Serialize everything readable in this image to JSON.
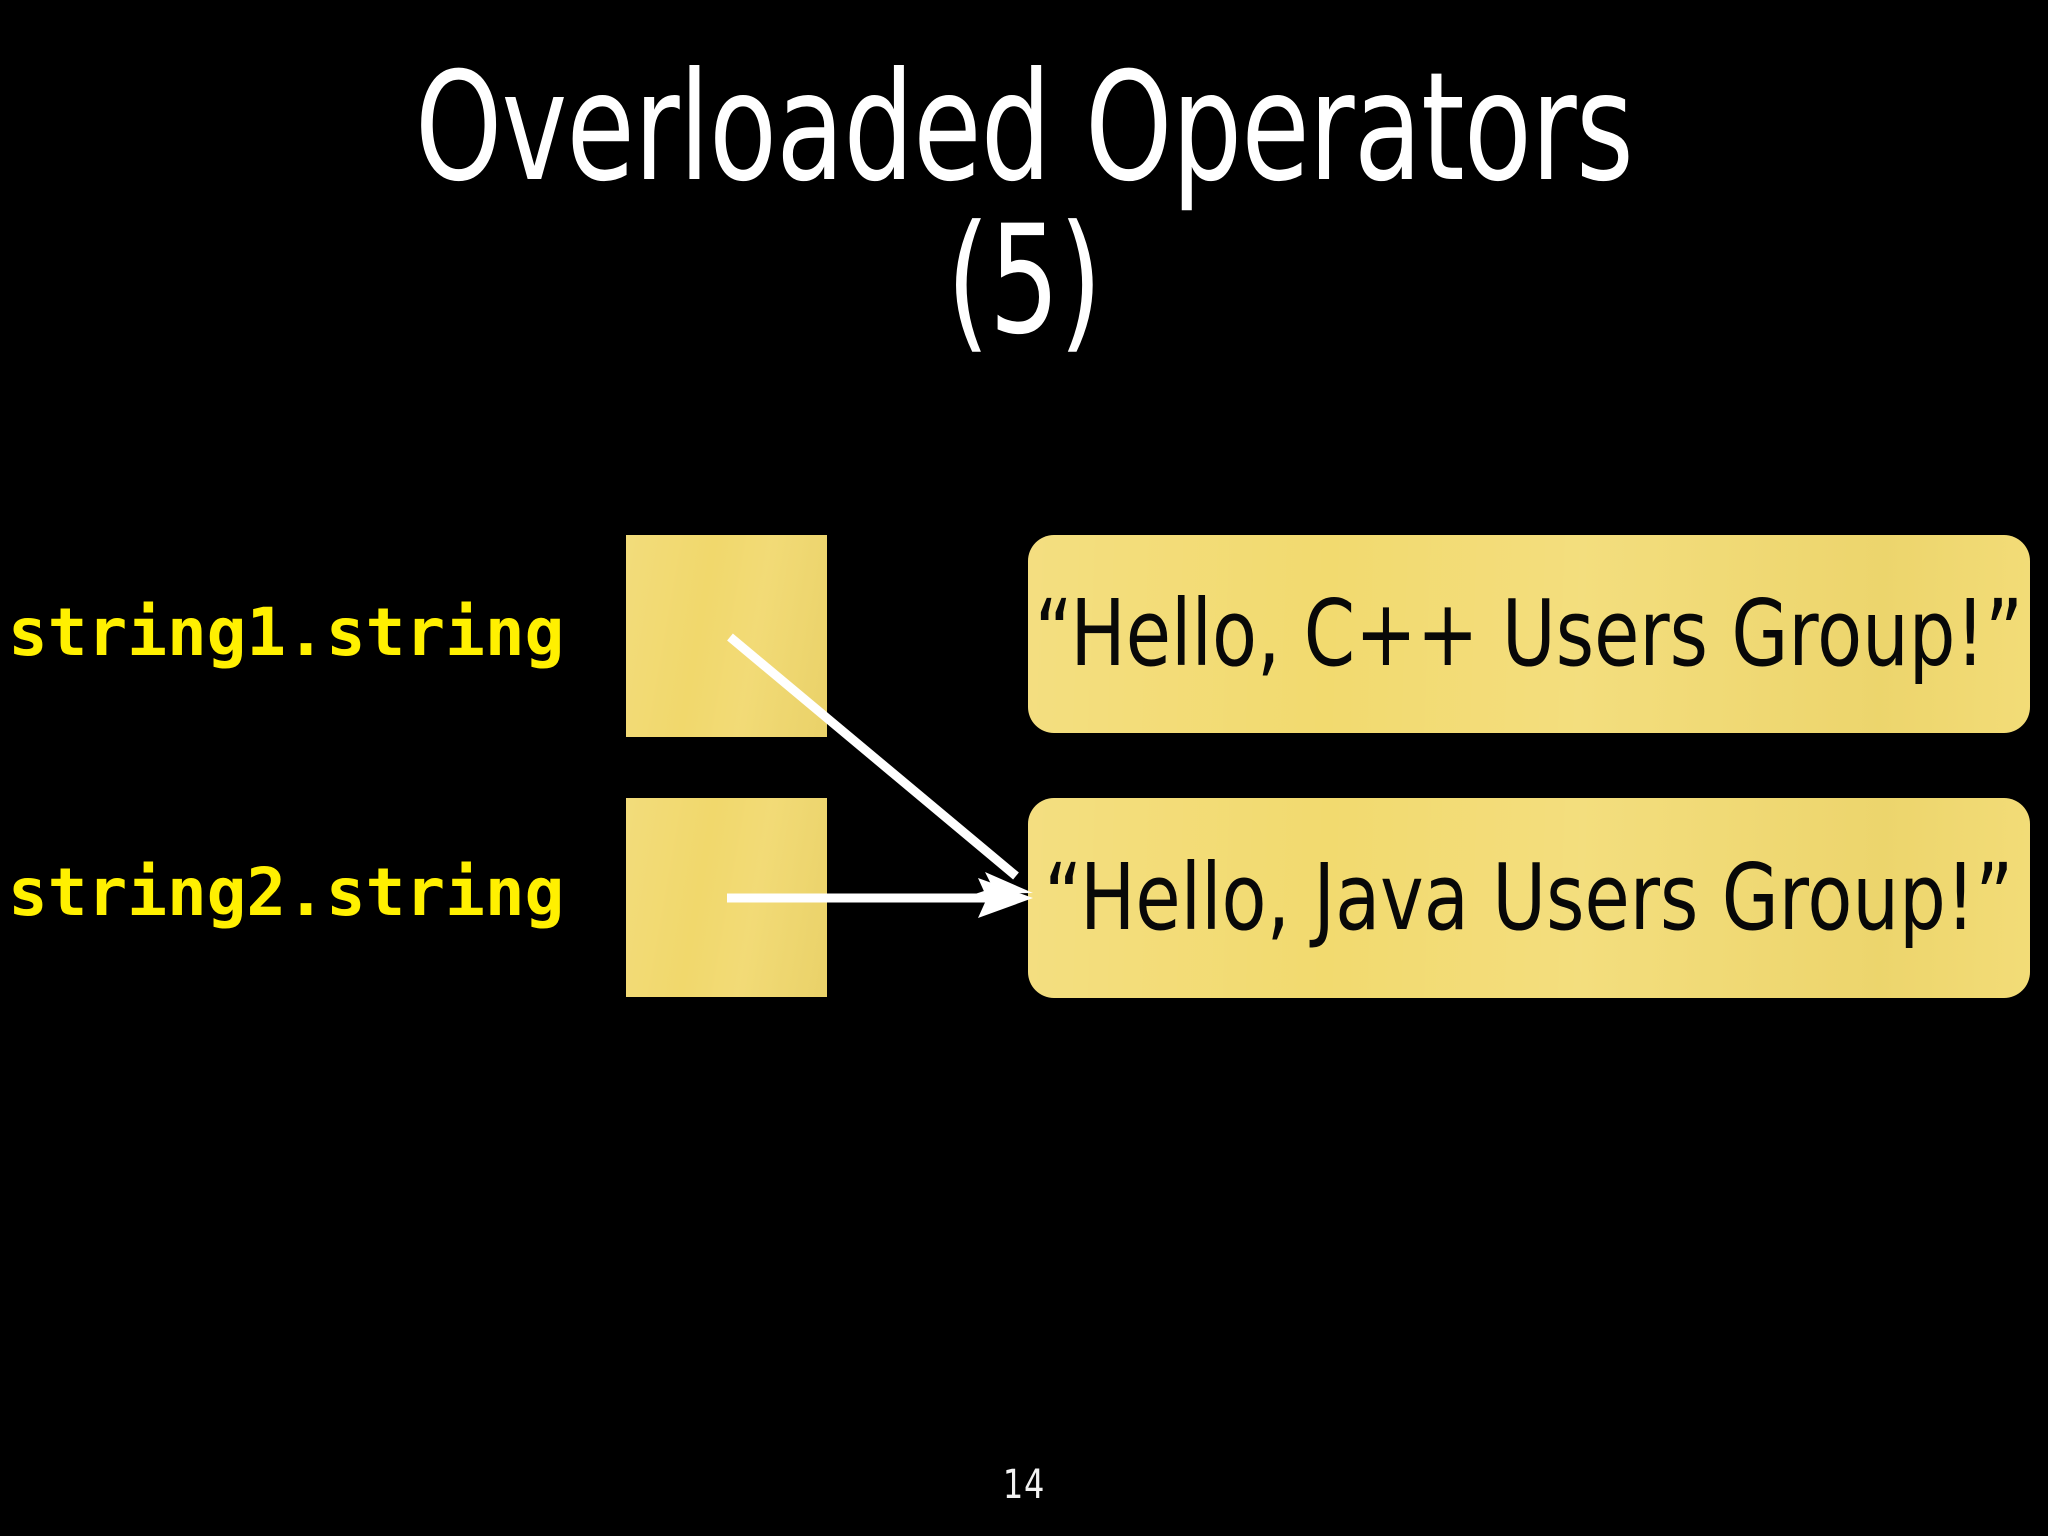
{
  "slide": {
    "background_color": "#000000",
    "title": {
      "line1": "Overloaded Operators",
      "line2": "(5)",
      "color": "#FFFFFF"
    },
    "page_number": "14",
    "accent_colors": {
      "box_yellow": "#F2DA6F",
      "code_yellow": "#FFF000",
      "arrow_white": "#FFFFFF",
      "box_text_black": "#080808"
    },
    "rows": [
      {
        "label": "string1.string",
        "value": "“Hello, C++ Users Group!”"
      },
      {
        "label": "string2.string",
        "value": "“Hello, Java Users Group!”"
      }
    ]
  }
}
